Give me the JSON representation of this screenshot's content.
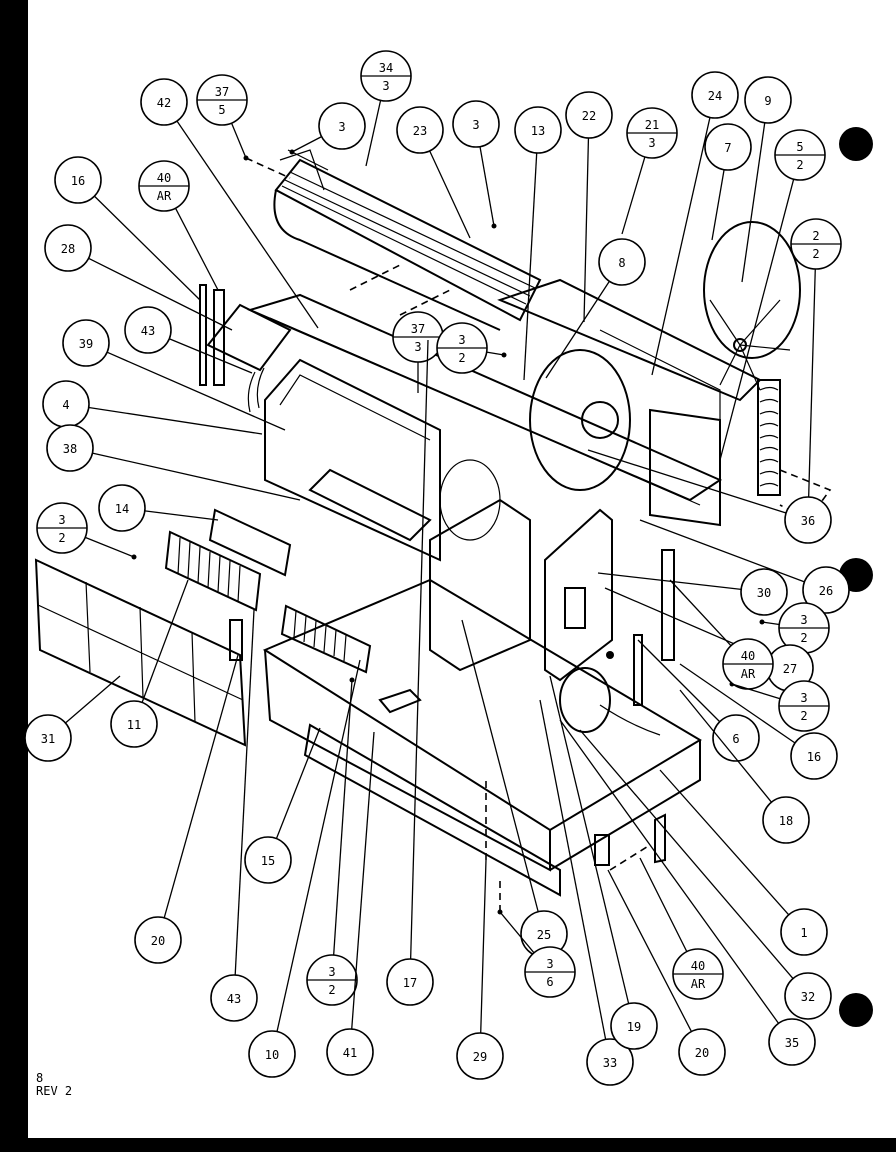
{
  "diagram": {
    "footer": {
      "page": "8",
      "revision": "REV 2"
    },
    "callouts": [
      {
        "top": "37",
        "bottom": "5"
      },
      {
        "top": "34",
        "bottom": "3"
      },
      {
        "top": "42"
      },
      {
        "top": "3"
      },
      {
        "top": "23"
      },
      {
        "top": "3"
      },
      {
        "top": "13"
      },
      {
        "top": "22"
      },
      {
        "top": "21",
        "bottom": "3"
      },
      {
        "top": "24"
      },
      {
        "top": "9"
      },
      {
        "top": "7"
      },
      {
        "top": "5",
        "bottom": "2"
      },
      {
        "top": "16"
      },
      {
        "top": "40",
        "bottom": "AR"
      },
      {
        "top": "2",
        "bottom": "2"
      },
      {
        "top": "28"
      },
      {
        "top": "8"
      },
      {
        "top": "43"
      },
      {
        "top": "37",
        "bottom": "3"
      },
      {
        "top": "3",
        "bottom": "2"
      },
      {
        "top": "39"
      },
      {
        "top": "4"
      },
      {
        "top": "38"
      },
      {
        "top": "14"
      },
      {
        "top": "3",
        "bottom": "2"
      },
      {
        "top": "36"
      },
      {
        "top": "26"
      },
      {
        "top": "30"
      },
      {
        "top": "3",
        "bottom": "2"
      },
      {
        "top": "27"
      },
      {
        "top": "40",
        "bottom": "AR"
      },
      {
        "top": "3",
        "bottom": "2"
      },
      {
        "top": "6"
      },
      {
        "top": "16"
      },
      {
        "top": "31"
      },
      {
        "top": "11"
      },
      {
        "top": "18"
      },
      {
        "top": "15"
      },
      {
        "top": "1"
      },
      {
        "top": "20"
      },
      {
        "top": "25"
      },
      {
        "top": "40",
        "bottom": "AR"
      },
      {
        "top": "32"
      },
      {
        "top": "43"
      },
      {
        "top": "3",
        "bottom": "2"
      },
      {
        "top": "17"
      },
      {
        "top": "3",
        "bottom": "6"
      },
      {
        "top": "10"
      },
      {
        "top": "41"
      },
      {
        "top": "29"
      },
      {
        "top": "33"
      },
      {
        "top": "19"
      },
      {
        "top": "20"
      },
      {
        "top": "35"
      }
    ]
  }
}
